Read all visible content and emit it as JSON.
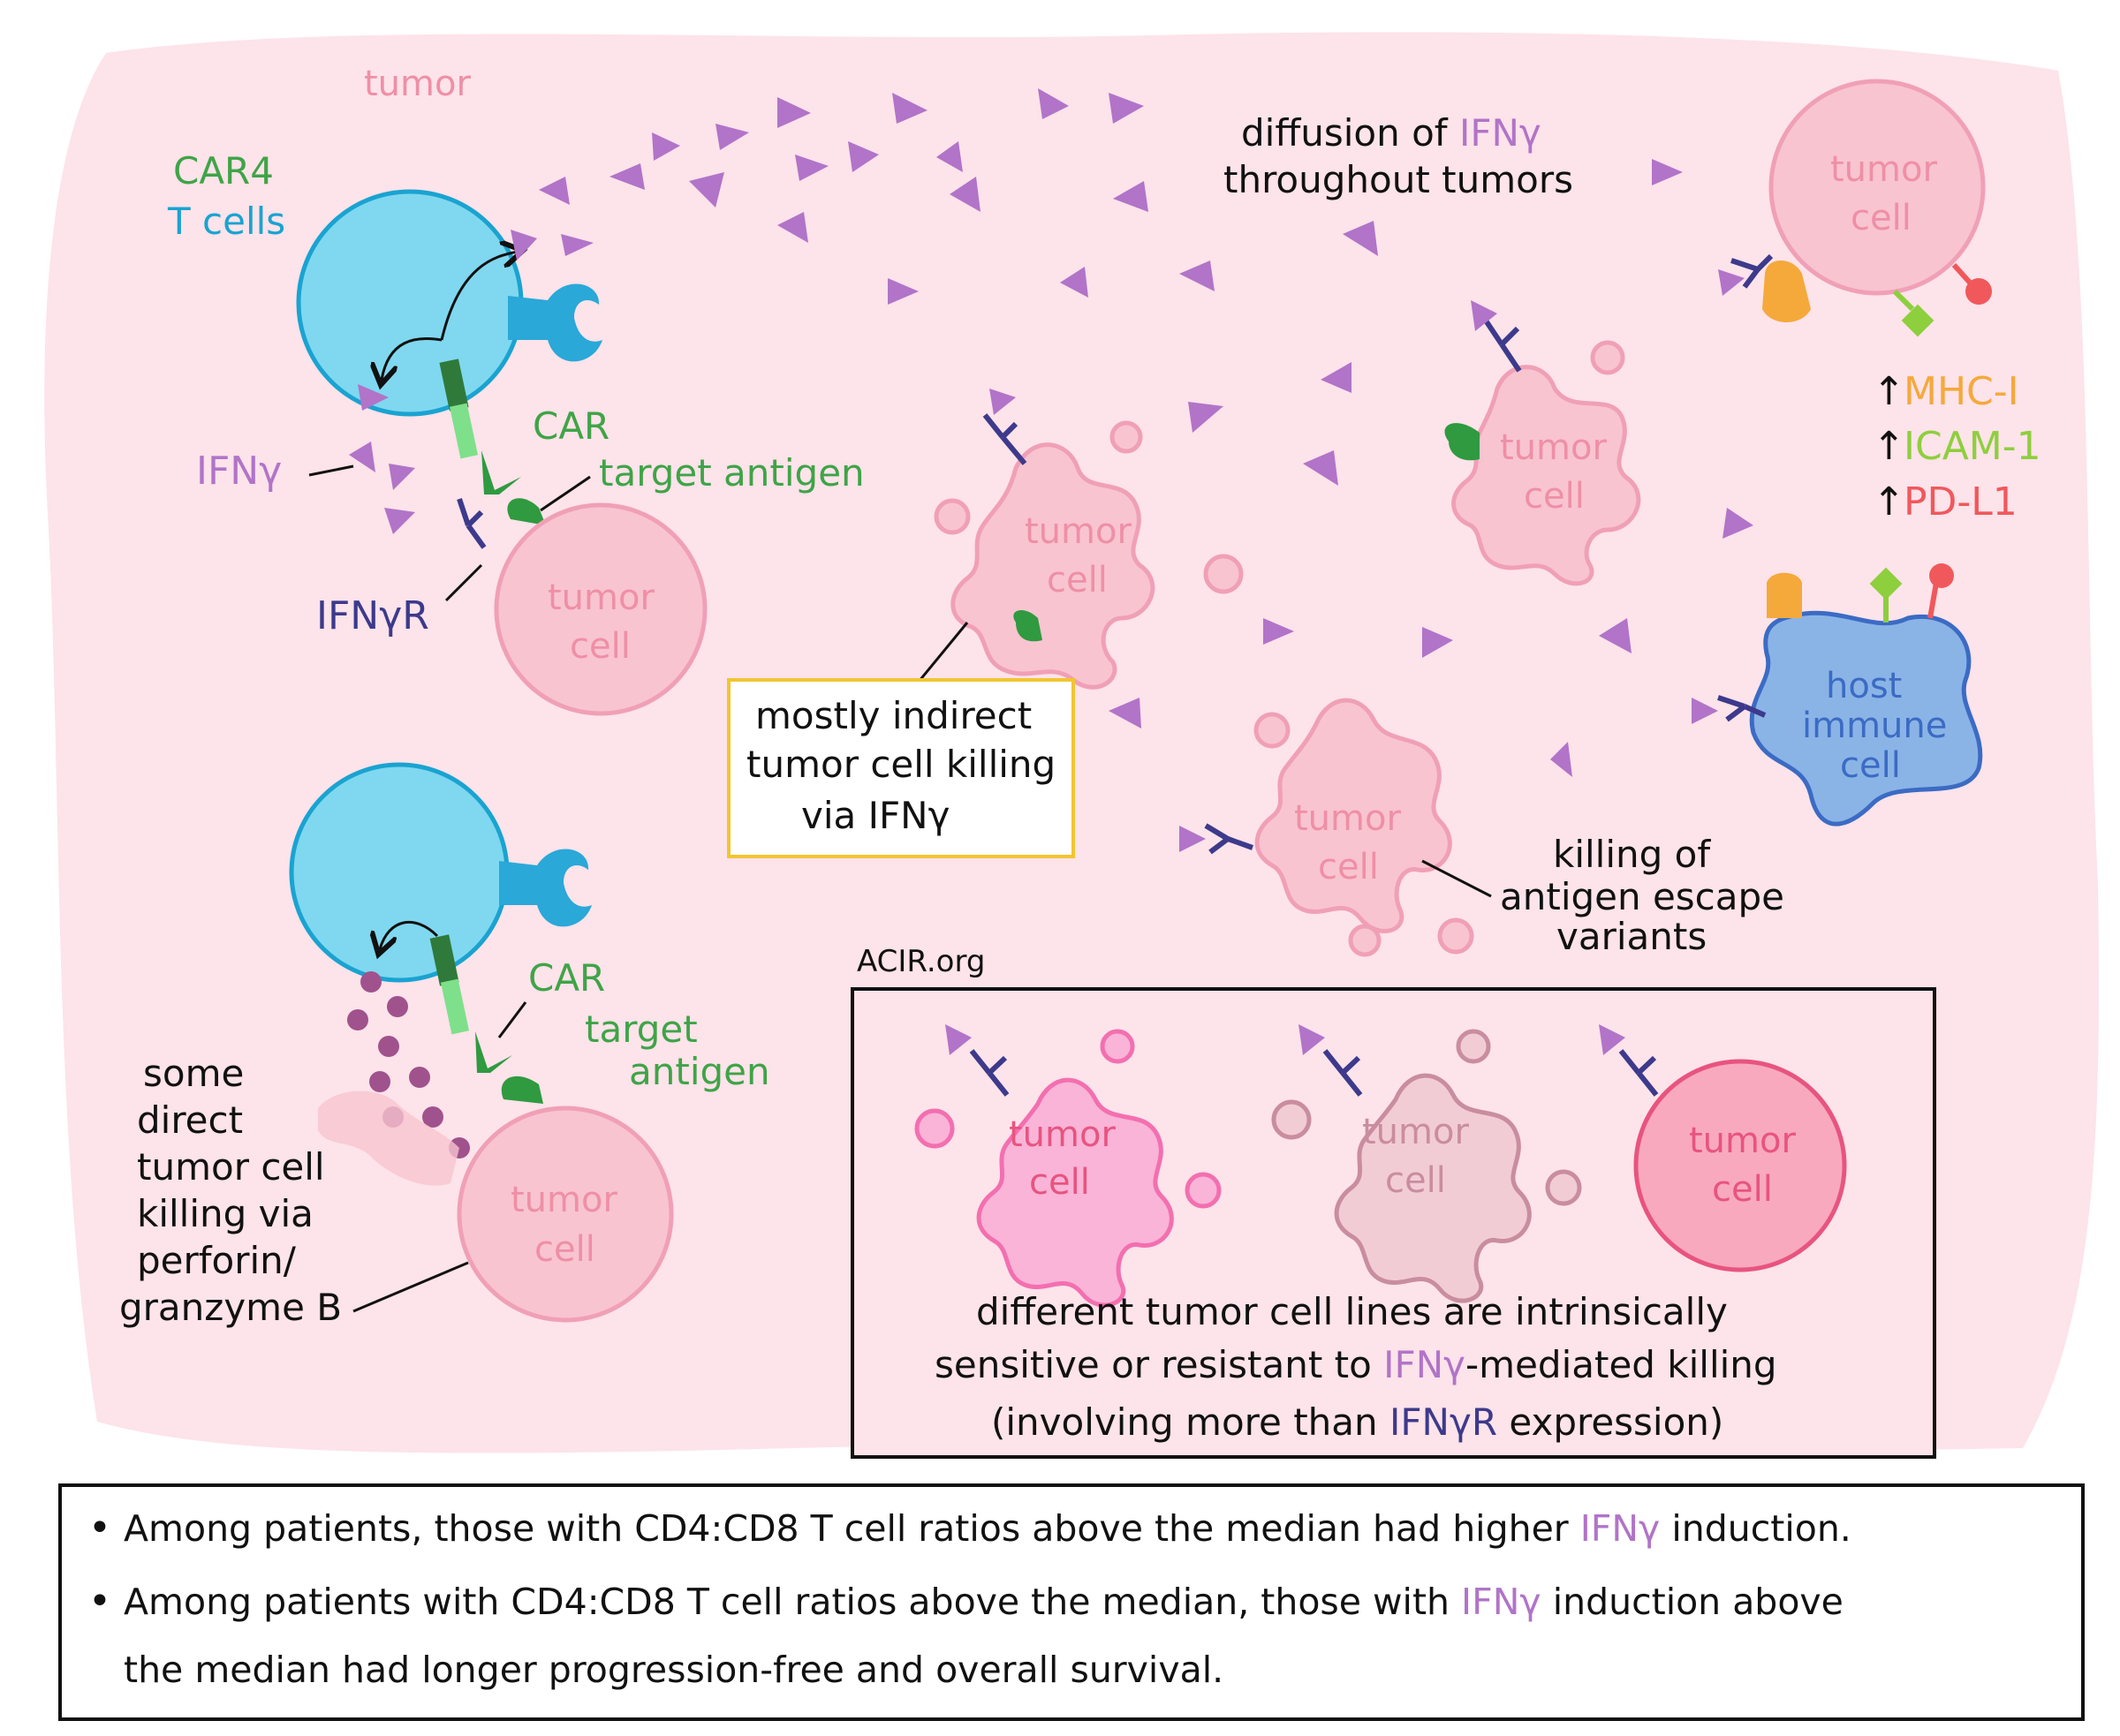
{
  "colors": {
    "tumor_bg": "#fde3ea",
    "tumor_cell_fill": "#f8c4d0",
    "tumor_cell_stroke": "#f0a0b6",
    "tumor_text": "#ef8fa6",
    "car_t_fill": "#7fd8ef",
    "car_t_stroke": "#1aa3d1",
    "car_green": "#3fbf4f",
    "car_dark_green": "#2f7a3a",
    "ifng_purple": "#b174c8",
    "ifngr_navy": "#3d3a8c",
    "mhc_orange": "#f5a93b",
    "icam_green": "#8ecf3d",
    "pdl1_red": "#f0585c",
    "host_blue": "#8ab4e6",
    "host_stroke": "#3b6bc4",
    "box_yellow": "#f2c531",
    "text_dark": "#111111",
    "bright_pink": "#f36fb0",
    "mauve": "#c98da0",
    "hot_pink": "#e8547f"
  },
  "labels": {
    "tumor": "tumor",
    "car4_line1": "CAR4",
    "car4_line2": "T cells",
    "car_top": "CAR",
    "target_antigen_top": "target antigen",
    "ifng_label": "IFNγ",
    "ifngr_label": "IFNγR",
    "tumor_cell_a": "tumor",
    "tumor_cell_b": "cell",
    "diffusion_line1_pre": "diffusion of ",
    "diffusion_line1_ifng": "IFNγ",
    "diffusion_line2": "throughout tumors",
    "mhc": "MHC-I",
    "icam": "ICAM-1",
    "pdl1": "PD-L1",
    "up_arrow": "↑",
    "host_line1": "host",
    "host_line2": "immune",
    "host_line3": "cell",
    "indirect_line1": "mostly indirect",
    "indirect_line2": "tumor cell killing",
    "indirect_line3": "via IFNγ",
    "escape_line1": "killing of",
    "escape_line2": "antigen escape",
    "escape_line3": "variants",
    "car_bottom": "CAR",
    "target_bottom_1": "target",
    "target_bottom_2": "antigen",
    "direct_line1": "some",
    "direct_line2": "direct",
    "direct_line3": "tumor cell",
    "direct_line4": "killing via",
    "direct_line5": "perforin/",
    "direct_line6": "granzyme B",
    "acir": "ACIR.org",
    "inset_line1": "different tumor cell lines are intrinsically",
    "inset_line2_pre": "sensitive or resistant to ",
    "inset_line2_ifng": "IFNγ",
    "inset_line2_post": "-mediated killing",
    "inset_line3_pre": "(involving more than ",
    "inset_line3_ifngr": "IFNγR",
    "inset_line3_post": " expression)"
  },
  "bottom_box": {
    "bullet": "•",
    "b1_pre": "Among patients, those with CD4:CD8 T cell ratios above the median had higher ",
    "b1_ifng": "IFNγ",
    "b1_post": " induction.",
    "b2_pre": "Among patients with CD4:CD8 T cell ratios above the median,  those with ",
    "b2_ifng": "IFNγ",
    "b2_post": " induction above",
    "b2_line2": "the median had longer progression-free and overall survival."
  }
}
